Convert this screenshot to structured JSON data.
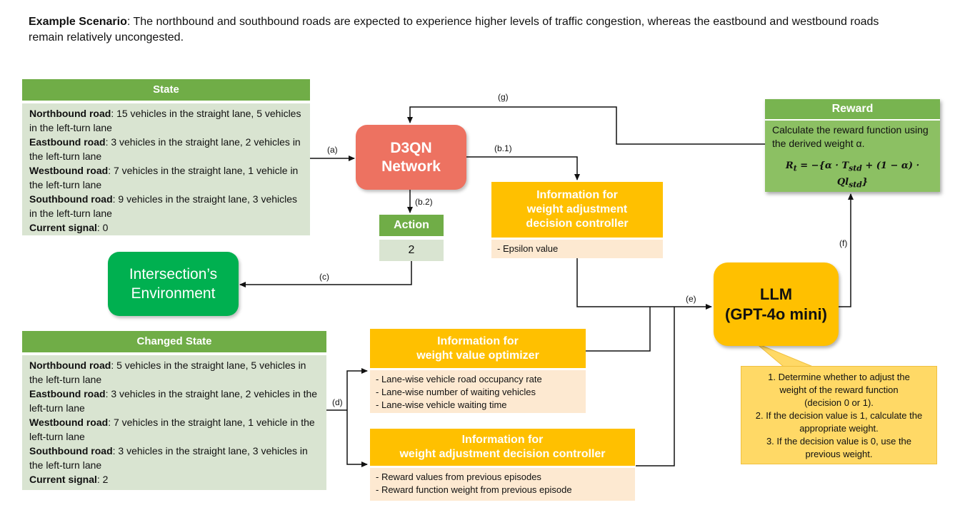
{
  "scenario": {
    "label": "Example Scenario",
    "text": ": The northbound and southbound roads are expected to experience higher levels of traffic congestion, whereas the eastbound and westbound roads remain relatively uncongested."
  },
  "state": {
    "title": "State",
    "rows": [
      {
        "road": "Northbound road",
        "text": ": 15 vehicles in the straight lane, 5 vehicles in the left-turn lane"
      },
      {
        "road": "Eastbound road",
        "text": ": 3 vehicles in the straight lane, 2 vehicles in the left-turn lane"
      },
      {
        "road": "Westbound road",
        "text": ": 7 vehicles in the straight lane, 1 vehicle in the left-turn lane"
      },
      {
        "road": "Southbound road",
        "text": ": 9 vehicles in the straight lane, 3 vehicles in the left-turn lane"
      },
      {
        "road": "Current signal",
        "text": ": 0"
      }
    ]
  },
  "changed_state": {
    "title": "Changed State",
    "rows": [
      {
        "road": "Northbound road",
        "text": ": 5 vehicles in the straight lane, 5 vehicles in the left-turn lane"
      },
      {
        "road": "Eastbound road",
        "text": ": 3 vehicles in the straight lane, 2 vehicles in the left-turn lane"
      },
      {
        "road": "Westbound road",
        "text": ": 7 vehicles in the straight lane, 1 vehicle in the left-turn lane"
      },
      {
        "road": "Southbound road",
        "text": ": 3 vehicles in the straight lane, 3 vehicles in the left-turn lane"
      },
      {
        "road": "Current signal",
        "text": ": 2"
      }
    ]
  },
  "d3qn": {
    "line1": "D3QN",
    "line2": "Network"
  },
  "action": {
    "title": "Action",
    "value": "2"
  },
  "environment": {
    "line1": "Intersection’s",
    "line2": "Environment"
  },
  "info_epsilon": {
    "title_lines": [
      "Information for",
      "weight adjustment",
      "decision controller"
    ],
    "items": [
      "- Epsilon value"
    ]
  },
  "info_optimizer": {
    "title_lines": [
      "Information for",
      "weight value optimizer"
    ],
    "items": [
      "- Lane-wise vehicle road occupancy rate",
      "- Lane-wise number of waiting vehicles",
      "- Lane-wise vehicle waiting time"
    ]
  },
  "info_decision": {
    "title_lines": [
      "Information for",
      "weight adjustment decision controller"
    ],
    "items": [
      "- Reward values from previous episodes",
      "- Reward function weight from previous episode"
    ]
  },
  "llm": {
    "line1": "LLM",
    "line2": "(GPT-4o mini)"
  },
  "reward": {
    "title": "Reward",
    "description": "Calculate the reward function using the derived weight α.",
    "formula": "Rₜ = −{α · T_std + (1 − α) · Ql_std}"
  },
  "callout": {
    "lines": [
      "1.    Determine whether to adjust the",
      "weight of the reward function",
      "(decision 0 or 1).",
      "2. If the decision value is 1, calculate the",
      "appropriate weight.",
      "3. If the decision value is 0, use the",
      "previous weight."
    ]
  },
  "edge_labels": {
    "a": "(a)",
    "b1": "(b.1)",
    "b2": "(b.2)",
    "c": "(c)",
    "d": "(d)",
    "e": "(e)",
    "f": "(f)",
    "g": "(g)"
  },
  "colors": {
    "green_header": "#70ad47",
    "green_body": "#d9e4d1",
    "d3qn": "#ed7261",
    "environment": "#00b050",
    "llm": "#ffc000",
    "info_body": "#fde9d1",
    "reward": "#8cc063"
  }
}
